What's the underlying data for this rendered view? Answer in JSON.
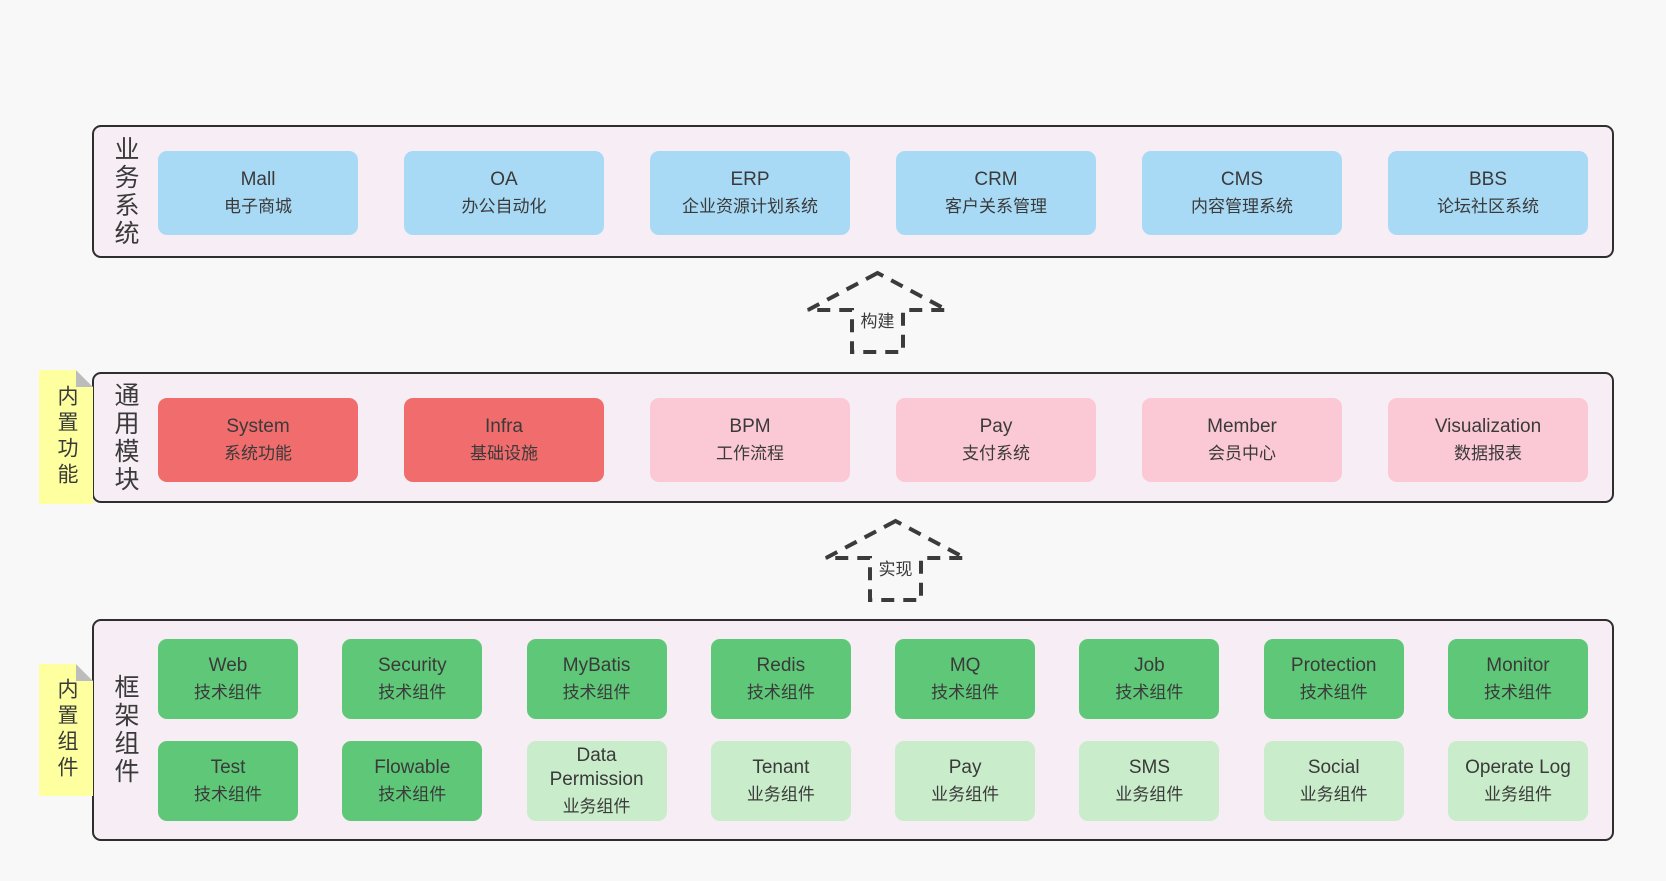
{
  "colors": {
    "band_background": "#f7edf5",
    "outline": "#2e2e2e",
    "blue_box": "#a9daf5",
    "red_box": "#f16c6d",
    "pink_box": "#fbc9d5",
    "green_box": "#5fc878",
    "light_green_box": "#c9ecca",
    "sticky_yellow": "#feff9e"
  },
  "arrows": [
    {
      "label": "构建"
    },
    {
      "label": "实现"
    }
  ],
  "bands": [
    {
      "label": "业务系统",
      "boxes": [
        {
          "name": "Mall",
          "desc": "电子商城"
        },
        {
          "name": "OA",
          "desc": "办公自动化"
        },
        {
          "name": "ERP",
          "desc": "企业资源计划系统"
        },
        {
          "name": "CRM",
          "desc": "客户关系管理"
        },
        {
          "name": "CMS",
          "desc": "内容管理系统"
        },
        {
          "name": "BBS",
          "desc": "论坛社区系统"
        }
      ]
    },
    {
      "label": "通用模块",
      "sticky": "内置功能",
      "boxes": [
        {
          "name": "System",
          "desc": "系统功能"
        },
        {
          "name": "Infra",
          "desc": "基础设施"
        },
        {
          "name": "BPM",
          "desc": "工作流程"
        },
        {
          "name": "Pay",
          "desc": "支付系统"
        },
        {
          "name": "Member",
          "desc": "会员中心"
        },
        {
          "name": "Visualization",
          "desc": "数据报表"
        }
      ]
    },
    {
      "label": "框架组件",
      "sticky": "内置组件",
      "rows": [
        [
          {
            "name": "Web",
            "desc": "技术组件"
          },
          {
            "name": "Security",
            "desc": "技术组件"
          },
          {
            "name": "MyBatis",
            "desc": "技术组件"
          },
          {
            "name": "Redis",
            "desc": "技术组件"
          },
          {
            "name": "MQ",
            "desc": "技术组件"
          },
          {
            "name": "Job",
            "desc": "技术组件"
          },
          {
            "name": "Protection",
            "desc": "技术组件"
          },
          {
            "name": "Monitor",
            "desc": "技术组件"
          }
        ],
        [
          {
            "name": "Test",
            "desc": "技术组件"
          },
          {
            "name": "Flowable",
            "desc": "技术组件"
          },
          {
            "name": "Data Permission",
            "desc": "业务组件"
          },
          {
            "name": "Tenant",
            "desc": "业务组件"
          },
          {
            "name": "Pay",
            "desc": "业务组件"
          },
          {
            "name": "SMS",
            "desc": "业务组件"
          },
          {
            "name": "Social",
            "desc": "业务组件"
          },
          {
            "name": "Operate Log",
            "desc": "业务组件"
          }
        ]
      ]
    }
  ]
}
